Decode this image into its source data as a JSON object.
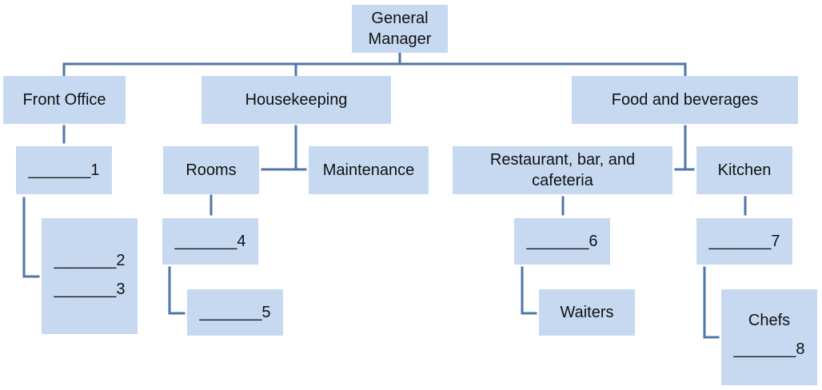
{
  "nodes": {
    "general_manager": {
      "label": "General Manager",
      "line1": "General",
      "line2": "Manager"
    },
    "front_office": {
      "label": "Front Office"
    },
    "housekeeping": {
      "label": "Housekeeping"
    },
    "food_beverages": {
      "label": "Food and beverages"
    },
    "blank_1": {
      "label": "_______1"
    },
    "blank_2": {
      "label": "_______2"
    },
    "blank_3": {
      "label": "_______3"
    },
    "rooms": {
      "label": "Rooms"
    },
    "maintenance": {
      "label": "Maintenance"
    },
    "blank_4": {
      "label": "_______4"
    },
    "blank_5": {
      "label": "_______5"
    },
    "restaurant": {
      "label": "Restaurant, bar, and cafeteria",
      "line1": "Restaurant, bar, and",
      "line2": "cafeteria"
    },
    "kitchen": {
      "label": "Kitchen"
    },
    "blank_6": {
      "label": "_______6"
    },
    "waiters": {
      "label": "Waiters"
    },
    "blank_7": {
      "label": "_______7"
    },
    "chefs": {
      "label": "Chefs"
    },
    "blank_8": {
      "label": "_______8"
    }
  },
  "colors": {
    "box_fill": "#c6d9f1",
    "connector": "#4f76a8",
    "text": "#111111"
  }
}
